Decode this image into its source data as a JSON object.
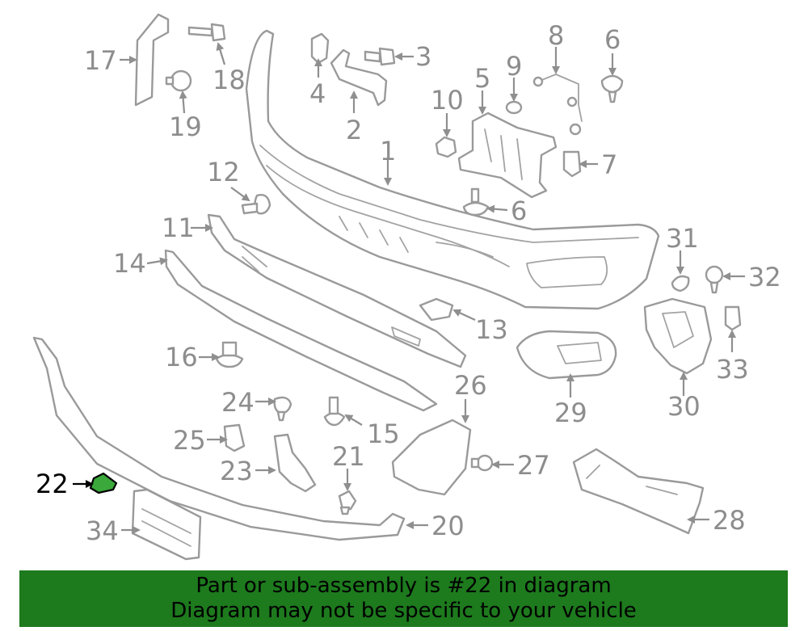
{
  "diagram": {
    "highlight_color": "#3aa83a",
    "banner_color": "#1d7a1d",
    "callouts": [
      {
        "id": "c1",
        "label": "1"
      },
      {
        "id": "c2",
        "label": "2"
      },
      {
        "id": "c3",
        "label": "3"
      },
      {
        "id": "c4",
        "label": "4"
      },
      {
        "id": "c5",
        "label": "5"
      },
      {
        "id": "c6a",
        "label": "6"
      },
      {
        "id": "c6b",
        "label": "6"
      },
      {
        "id": "c7",
        "label": "7"
      },
      {
        "id": "c8",
        "label": "8"
      },
      {
        "id": "c9",
        "label": "9"
      },
      {
        "id": "c10",
        "label": "10"
      },
      {
        "id": "c11",
        "label": "11"
      },
      {
        "id": "c12",
        "label": "12"
      },
      {
        "id": "c13",
        "label": "13"
      },
      {
        "id": "c14",
        "label": "14"
      },
      {
        "id": "c15",
        "label": "15"
      },
      {
        "id": "c16",
        "label": "16"
      },
      {
        "id": "c17",
        "label": "17"
      },
      {
        "id": "c18",
        "label": "18"
      },
      {
        "id": "c19",
        "label": "19"
      },
      {
        "id": "c20",
        "label": "20"
      },
      {
        "id": "c21",
        "label": "21"
      },
      {
        "id": "c22",
        "label": "22",
        "highlighted": true
      },
      {
        "id": "c23",
        "label": "23"
      },
      {
        "id": "c24",
        "label": "24"
      },
      {
        "id": "c25",
        "label": "25"
      },
      {
        "id": "c26",
        "label": "26"
      },
      {
        "id": "c27",
        "label": "27"
      },
      {
        "id": "c28",
        "label": "28"
      },
      {
        "id": "c29",
        "label": "29"
      },
      {
        "id": "c30",
        "label": "30"
      },
      {
        "id": "c31",
        "label": "31"
      },
      {
        "id": "c32",
        "label": "32"
      },
      {
        "id": "c33",
        "label": "33"
      },
      {
        "id": "c34",
        "label": "34"
      }
    ]
  },
  "banner": {
    "line1": "Part or sub-assembly is #22 in diagram",
    "line2": "Diagram may not be specific to your vehicle"
  }
}
